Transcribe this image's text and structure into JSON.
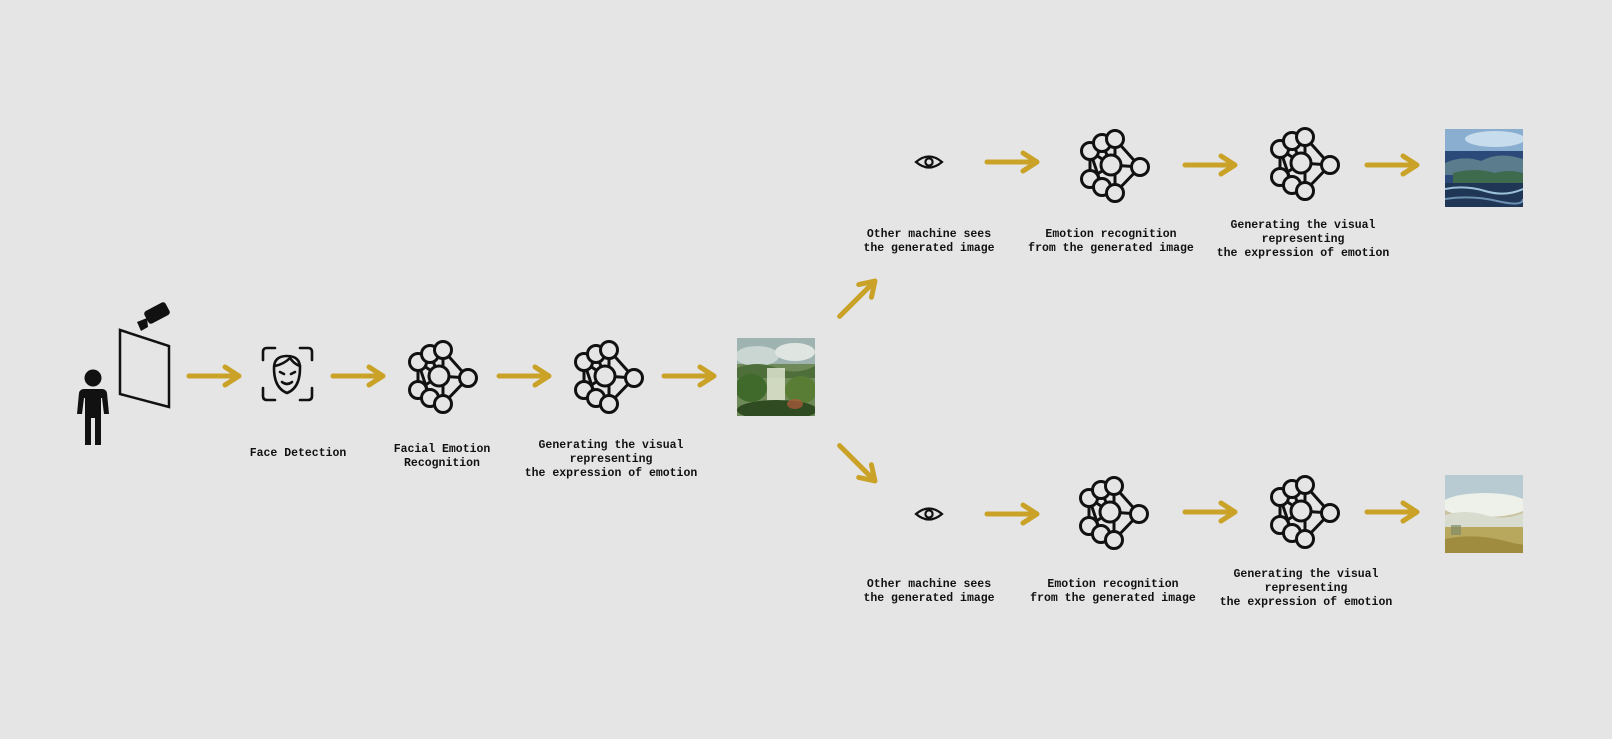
{
  "colors": {
    "background": "#e5e5e5",
    "arrow": "#c9a227",
    "icon": "#111111"
  },
  "main_flow": {
    "face_detection": {
      "label": "Face Detection",
      "icon": "face-scan-icon"
    },
    "facial_emotion_recognition": {
      "label": "Facial Emotion\nRecognition",
      "icon": "neural-network-icon"
    },
    "generating_visual": {
      "label": "Generating the visual\nrepresenting\nthe expression of emotion",
      "icon": "neural-network-icon"
    },
    "generated_image": {
      "icon": "generated-landscape-image"
    }
  },
  "upper_branch": {
    "sees": {
      "label": "Other machine sees\nthe generated image",
      "icon": "eye-icon"
    },
    "recognition": {
      "label": "Emotion recognition\nfrom the generated image",
      "icon": "neural-network-icon"
    },
    "generating": {
      "label": "Generating the visual\nrepresenting\nthe expression of emotion",
      "icon": "neural-network-icon"
    },
    "output_image": {
      "icon": "seascape-image"
    }
  },
  "lower_branch": {
    "sees": {
      "label": "Other machine sees\nthe generated image",
      "icon": "eye-icon"
    },
    "recognition": {
      "label": "Emotion recognition\nfrom the generated image",
      "icon": "neural-network-icon"
    },
    "generating": {
      "label": "Generating the visual\nrepresenting\nthe expression of emotion",
      "icon": "neural-network-icon"
    },
    "output_image": {
      "icon": "misty-landscape-image"
    }
  }
}
